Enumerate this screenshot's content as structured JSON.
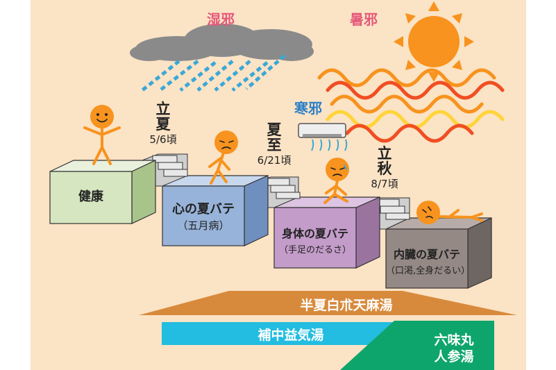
{
  "evils": {
    "dampness": "湿邪",
    "summer_heat": "暑邪",
    "cold": "寒邪"
  },
  "seasons": {
    "rikka": {
      "name_top": "立",
      "name_bottom": "夏",
      "date": "5/6頃"
    },
    "geshi": {
      "name_top": "夏",
      "name_bottom": "至",
      "date": "6/21頃"
    },
    "risshu": {
      "name_top": "立",
      "name_bottom": "秋",
      "date": "8/7頃"
    }
  },
  "stages": {
    "healthy": {
      "label": "健康"
    },
    "mind": {
      "label": "心の夏バテ",
      "sub": "（五月病）"
    },
    "body": {
      "label": "身体の夏バテ",
      "sub": "（手足のだるさ）"
    },
    "organs": {
      "label": "内臓の夏バテ",
      "sub": "（口渇,全身だるい）"
    }
  },
  "remedies": {
    "hangebyakujutsu": "半夏白朮天麻湯",
    "hochuekki": "補中益気湯",
    "rokumigan_line1": "六味丸",
    "rokumigan_line2": "人参湯"
  },
  "colors": {
    "background": "#fbe3c5",
    "healthy": "#d6e6c0",
    "mind": "#97b3d9",
    "body": "#c39cc9",
    "organs": "#948985",
    "orange_bar": "#d88a3c",
    "cyan_bar": "#22bde0",
    "green_bar": "#0ea56c",
    "sun": "#f7931e",
    "cloud": "#8a8a8a",
    "rain": "#3aa8d8"
  }
}
